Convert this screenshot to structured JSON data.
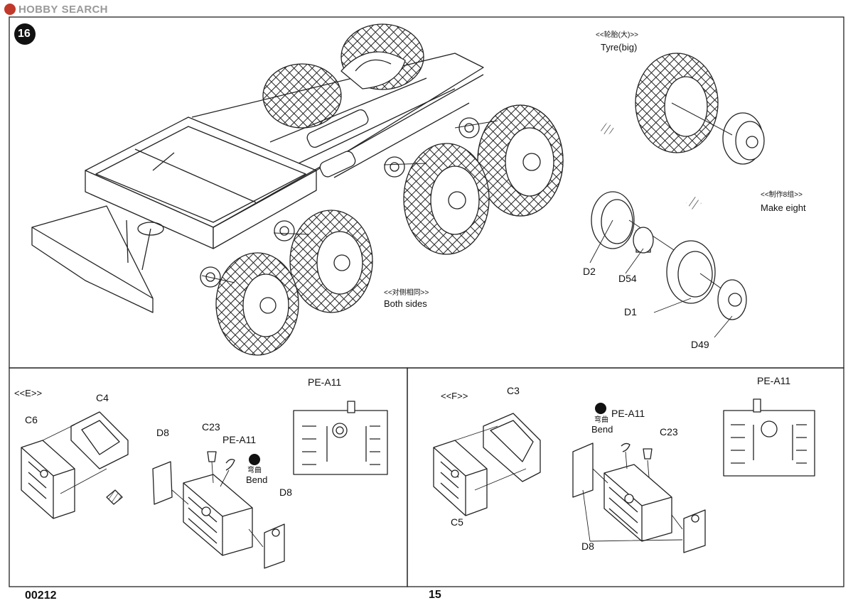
{
  "watermark": {
    "brand": "HOBBY",
    "suffix": "SEARCH"
  },
  "step": {
    "number": "16"
  },
  "main": {
    "both_sides_cn": "<<对侧相同>>",
    "both_sides_en": "Both sides",
    "tyre_cn": "<<轮胎(大)>>",
    "tyre_en": "Tyre(big)",
    "make_eight_cn": "<<制作8组>>",
    "make_eight_en": "Make eight",
    "parts": {
      "d2": "D2",
      "d54": "D54",
      "d1": "D1",
      "d49": "D49"
    }
  },
  "panel_e": {
    "title": "<<E>>",
    "parts": {
      "c6": "C6",
      "c4": "C4",
      "d8_left": "D8",
      "c23": "C23",
      "pe_a11": "PE-A11",
      "d8_right": "D8",
      "pe_a11_detail": "PE-A11"
    },
    "bend_cn": "弯曲",
    "bend_en": "Bend"
  },
  "panel_f": {
    "title": "<<F>>",
    "parts": {
      "c3": "C3",
      "c5": "C5",
      "pe_a11": "PE-A11",
      "c23": "C23",
      "d8": "D8",
      "pe_a11_detail": "PE-A11"
    },
    "bend_cn": "弯曲",
    "bend_en": "Bend"
  },
  "footer": {
    "code": "00212",
    "page": "15"
  }
}
